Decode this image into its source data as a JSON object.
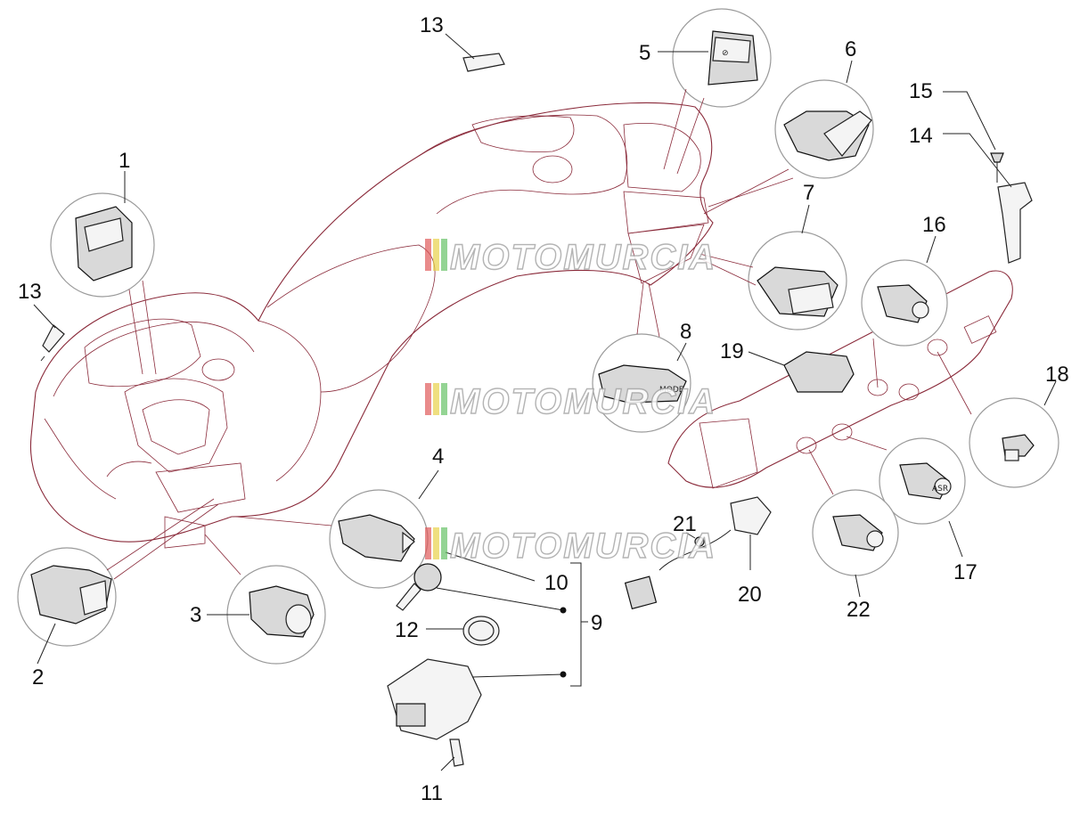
{
  "labels": {
    "p1": "1",
    "p2": "2",
    "p3": "3",
    "p4": "4",
    "p5": "5",
    "p6": "6",
    "p7": "7",
    "p8": "8",
    "p9": "9",
    "p10": "10",
    "p11": "11",
    "p12": "12",
    "p13a": "13",
    "p13b": "13",
    "p14": "14",
    "p15": "15",
    "p16": "16",
    "p17": "17",
    "p18": "18",
    "p19": "19",
    "p20": "20",
    "p21": "21",
    "p22": "22"
  },
  "watermark": {
    "text": "MOTOMURCIA"
  },
  "switch_text": {
    "mode": "MODE",
    "asr": "ASR"
  },
  "colors": {
    "outline": "#8a2a3a",
    "part": "#222222",
    "bubble": "#9a9a9a",
    "wm_red": "#e05a5a",
    "wm_yellow": "#e8d24a",
    "wm_green": "#66c266"
  }
}
